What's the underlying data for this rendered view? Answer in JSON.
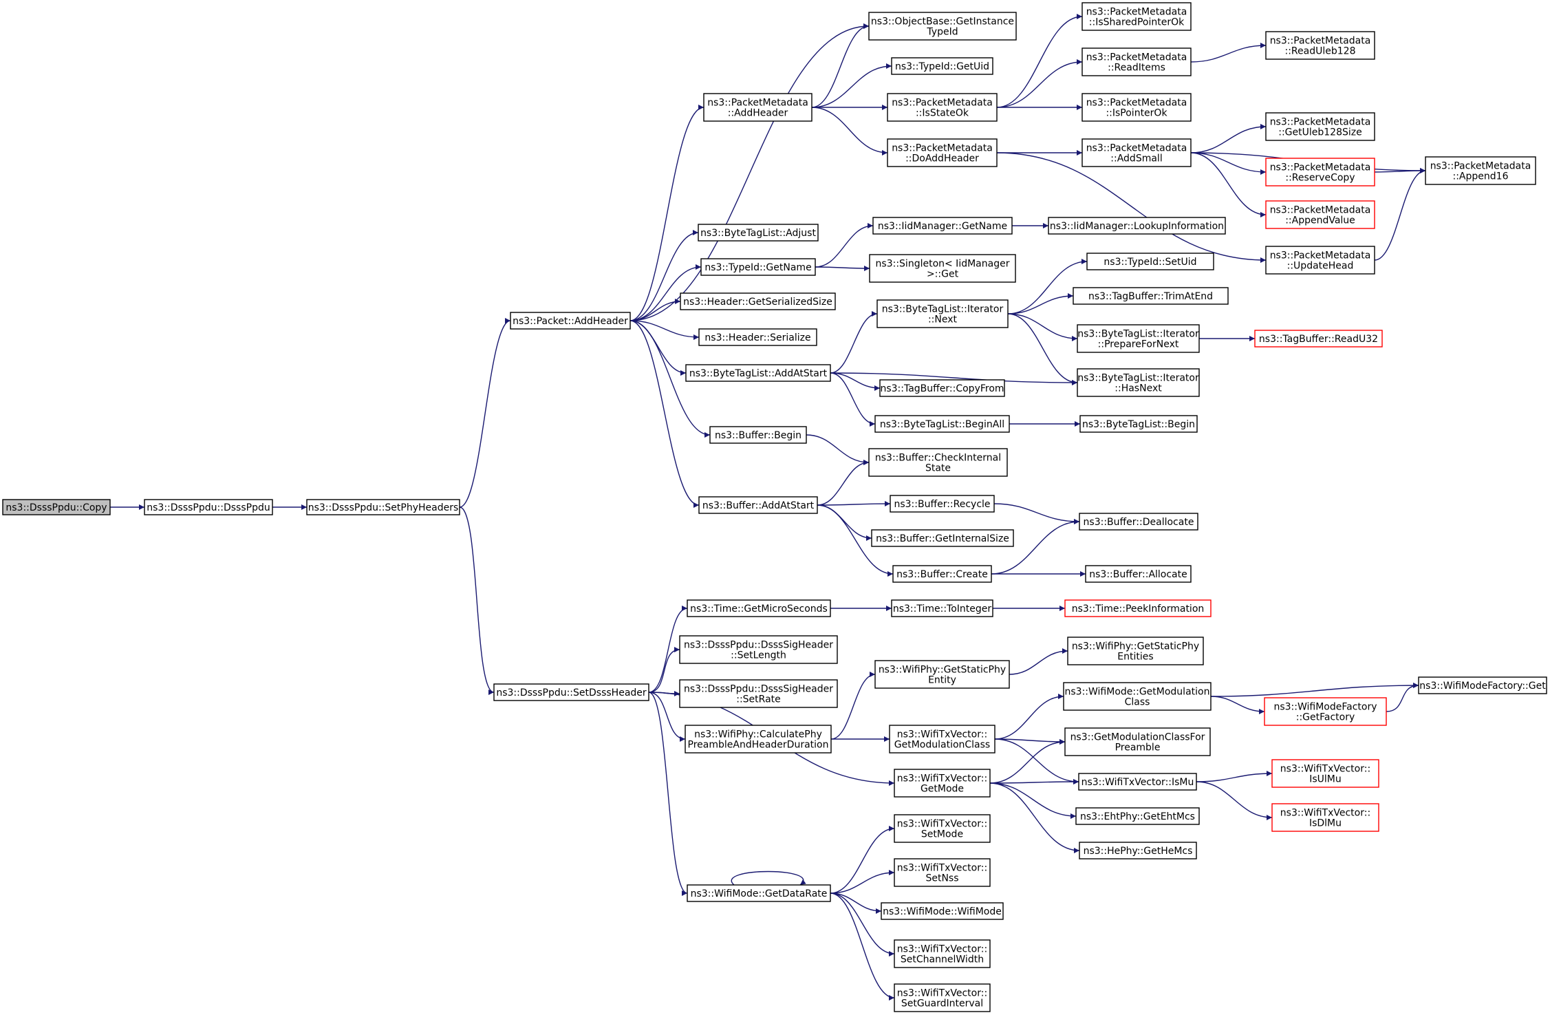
{
  "colors": {
    "edge": "#191970",
    "node_border": "#000000",
    "truncated_border": "#ff0000",
    "root_fill": "#bfbfbf",
    "node_fill": "#ffffff"
  },
  "nodes": [
    {
      "id": "copy",
      "lines": [
        "ns3::DsssPpdu::Copy"
      ],
      "root": true
    },
    {
      "id": "ctor",
      "lines": [
        "ns3::DsssPpdu::DsssPpdu"
      ]
    },
    {
      "id": "setphy",
      "lines": [
        "ns3::DsssPpdu::SetPhyHeaders"
      ]
    },
    {
      "id": "addheader",
      "lines": [
        "ns3::Packet::AddHeader"
      ]
    },
    {
      "id": "setdsss",
      "lines": [
        "ns3::DsssPpdu::SetDsssHeader"
      ]
    },
    {
      "id": "obj_getid",
      "lines": [
        "ns3::ObjectBase::GetInstance",
        "TypeId"
      ]
    },
    {
      "id": "pm_addheader",
      "lines": [
        "ns3::PacketMetadata",
        "::AddHeader"
      ]
    },
    {
      "id": "typeid_getuid",
      "lines": [
        "ns3::TypeId::GetUid"
      ]
    },
    {
      "id": "pm_isstateok",
      "lines": [
        "ns3::PacketMetadata",
        "::IsStateOk"
      ]
    },
    {
      "id": "pm_doaddheader",
      "lines": [
        "ns3::PacketMetadata",
        "::DoAddHeader"
      ]
    },
    {
      "id": "pm_issharedok",
      "lines": [
        "ns3::PacketMetadata",
        "::IsSharedPointerOk"
      ]
    },
    {
      "id": "pm_readitems",
      "lines": [
        "ns3::PacketMetadata",
        "::ReadItems"
      ]
    },
    {
      "id": "pm_ispointerok",
      "lines": [
        "ns3::PacketMetadata",
        "::IsPointerOk"
      ]
    },
    {
      "id": "pm_readuleb",
      "lines": [
        "ns3::PacketMetadata",
        "::ReadUleb128"
      ]
    },
    {
      "id": "pm_addsmall",
      "lines": [
        "ns3::PacketMetadata",
        "::AddSmall"
      ]
    },
    {
      "id": "pm_getuleb",
      "lines": [
        "ns3::PacketMetadata",
        "::GetUleb128Size"
      ]
    },
    {
      "id": "pm_reservecopy",
      "lines": [
        "ns3::PacketMetadata",
        "::ReserveCopy"
      ],
      "truncated": true
    },
    {
      "id": "pm_appendvalue",
      "lines": [
        "ns3::PacketMetadata",
        "::AppendValue"
      ],
      "truncated": true
    },
    {
      "id": "pm_updatehead",
      "lines": [
        "ns3::PacketMetadata",
        "::UpdateHead"
      ]
    },
    {
      "id": "pm_append16",
      "lines": [
        "ns3::PacketMetadata",
        "::Append16"
      ]
    },
    {
      "id": "btl_adjust",
      "lines": [
        "ns3::ByteTagList::Adjust"
      ]
    },
    {
      "id": "typeid_getname",
      "lines": [
        "ns3::TypeId::GetName"
      ]
    },
    {
      "id": "iid_getname",
      "lines": [
        "ns3::IidManager::GetName"
      ]
    },
    {
      "id": "iid_lookup",
      "lines": [
        "ns3::IidManager::LookupInformation"
      ]
    },
    {
      "id": "singleton_get",
      "lines": [
        "ns3::Singleton< IidManager",
        ">::Get"
      ]
    },
    {
      "id": "hdr_getsize",
      "lines": [
        "ns3::Header::GetSerializedSize"
      ]
    },
    {
      "id": "hdr_serialize",
      "lines": [
        "ns3::Header::Serialize"
      ]
    },
    {
      "id": "btl_iter_next",
      "lines": [
        "ns3::ByteTagList::Iterator",
        "::Next"
      ]
    },
    {
      "id": "typeid_setuid",
      "lines": [
        "ns3::TypeId::SetUid"
      ]
    },
    {
      "id": "tb_trimatend",
      "lines": [
        "ns3::TagBuffer::TrimAtEnd"
      ]
    },
    {
      "id": "btl_iter_prepare",
      "lines": [
        "ns3::ByteTagList::Iterator",
        "::PrepareForNext"
      ]
    },
    {
      "id": "tb_readu32",
      "lines": [
        "ns3::TagBuffer::ReadU32"
      ],
      "truncated": true
    },
    {
      "id": "btl_addatstart",
      "lines": [
        "ns3::ByteTagList::AddAtStart"
      ]
    },
    {
      "id": "btl_iter_hasnext",
      "lines": [
        "ns3::ByteTagList::Iterator",
        "::HasNext"
      ]
    },
    {
      "id": "tb_copyfrom",
      "lines": [
        "ns3::TagBuffer::CopyFrom"
      ]
    },
    {
      "id": "btl_beginall",
      "lines": [
        "ns3::ByteTagList::BeginAll"
      ]
    },
    {
      "id": "btl_begin",
      "lines": [
        "ns3::ByteTagList::Begin"
      ]
    },
    {
      "id": "buf_begin",
      "lines": [
        "ns3::Buffer::Begin"
      ]
    },
    {
      "id": "buf_checkinternal",
      "lines": [
        "ns3::Buffer::CheckInternal",
        "State"
      ]
    },
    {
      "id": "buf_addatstart",
      "lines": [
        "ns3::Buffer::AddAtStart"
      ]
    },
    {
      "id": "buf_recycle",
      "lines": [
        "ns3::Buffer::Recycle"
      ]
    },
    {
      "id": "buf_dealloc",
      "lines": [
        "ns3::Buffer::Deallocate"
      ]
    },
    {
      "id": "buf_getinternalsize",
      "lines": [
        "ns3::Buffer::GetInternalSize"
      ]
    },
    {
      "id": "buf_create",
      "lines": [
        "ns3::Buffer::Create"
      ]
    },
    {
      "id": "buf_allocate",
      "lines": [
        "ns3::Buffer::Allocate"
      ]
    },
    {
      "id": "time_getmicro",
      "lines": [
        "ns3::Time::GetMicroSeconds"
      ]
    },
    {
      "id": "time_tointeger",
      "lines": [
        "ns3::Time::ToInteger"
      ]
    },
    {
      "id": "time_peek",
      "lines": [
        "ns3::Time::PeekInformation"
      ],
      "truncated": true
    },
    {
      "id": "sig_setlength",
      "lines": [
        "ns3::DsssPpdu::DsssSigHeader",
        "::SetLength"
      ]
    },
    {
      "id": "sig_setrate",
      "lines": [
        "ns3::DsssPpdu::DsssSigHeader",
        "::SetRate"
      ]
    },
    {
      "id": "wphy_getstatic",
      "lines": [
        "ns3::WifiPhy::GetStaticPhy",
        "Entity"
      ]
    },
    {
      "id": "wphy_getstatic_entities",
      "lines": [
        "ns3::WifiPhy::GetStaticPhy",
        "Entities"
      ]
    },
    {
      "id": "wphy_calc",
      "lines": [
        "ns3::WifiPhy::CalculatePhy",
        "PreambleAndHeaderDuration"
      ]
    },
    {
      "id": "txv_getmodclass",
      "lines": [
        "ns3::WifiTxVector::",
        "GetModulationClass"
      ]
    },
    {
      "id": "wm_getmodclass",
      "lines": [
        "ns3::WifiMode::GetModulation",
        "Class"
      ]
    },
    {
      "id": "wmf_get",
      "lines": [
        "ns3::WifiModeFactory::Get"
      ]
    },
    {
      "id": "wmf_getfactory",
      "lines": [
        "ns3::WifiModeFactory",
        "::GetFactory"
      ],
      "truncated": true
    },
    {
      "id": "getmodclass_pre",
      "lines": [
        "ns3::GetModulationClassFor",
        "Preamble"
      ]
    },
    {
      "id": "txv_getmode",
      "lines": [
        "ns3::WifiTxVector::",
        "GetMode"
      ]
    },
    {
      "id": "txv_ismu",
      "lines": [
        "ns3::WifiTxVector::IsMu"
      ]
    },
    {
      "id": "txv_isulmu",
      "lines": [
        "ns3::WifiTxVector::",
        "IsUlMu"
      ],
      "truncated": true
    },
    {
      "id": "txv_isdlmu",
      "lines": [
        "ns3::WifiTxVector::",
        "IsDlMu"
      ],
      "truncated": true
    },
    {
      "id": "eht_getmcs",
      "lines": [
        "ns3::EhtPhy::GetEhtMcs"
      ]
    },
    {
      "id": "he_getmcs",
      "lines": [
        "ns3::HePhy::GetHeMcs"
      ]
    },
    {
      "id": "wm_getdatarate",
      "lines": [
        "ns3::WifiMode::GetDataRate"
      ]
    },
    {
      "id": "txv_setmode",
      "lines": [
        "ns3::WifiTxVector::",
        "SetMode"
      ]
    },
    {
      "id": "txv_setnss",
      "lines": [
        "ns3::WifiTxVector::",
        "SetNss"
      ]
    },
    {
      "id": "wm_wifimode",
      "lines": [
        "ns3::WifiMode::WifiMode"
      ]
    },
    {
      "id": "txv_setcw",
      "lines": [
        "ns3::WifiTxVector::",
        "SetChannelWidth"
      ]
    },
    {
      "id": "txv_setgi",
      "lines": [
        "ns3::WifiTxVector::",
        "SetGuardInterval"
      ]
    }
  ],
  "edges": [
    [
      "copy",
      "ctor"
    ],
    [
      "ctor",
      "setphy"
    ],
    [
      "setphy",
      "addheader"
    ],
    [
      "setphy",
      "setdsss"
    ],
    [
      "addheader",
      "obj_getid"
    ],
    [
      "addheader",
      "pm_addheader"
    ],
    [
      "addheader",
      "btl_adjust"
    ],
    [
      "addheader",
      "typeid_getname"
    ],
    [
      "addheader",
      "hdr_getsize"
    ],
    [
      "addheader",
      "hdr_serialize"
    ],
    [
      "addheader",
      "btl_addatstart"
    ],
    [
      "addheader",
      "buf_begin"
    ],
    [
      "addheader",
      "buf_addatstart"
    ],
    [
      "pm_addheader",
      "obj_getid"
    ],
    [
      "pm_addheader",
      "typeid_getuid"
    ],
    [
      "pm_addheader",
      "pm_isstateok"
    ],
    [
      "pm_addheader",
      "pm_doaddheader"
    ],
    [
      "pm_isstateok",
      "pm_issharedok"
    ],
    [
      "pm_isstateok",
      "pm_readitems"
    ],
    [
      "pm_isstateok",
      "pm_ispointerok"
    ],
    [
      "pm_readitems",
      "pm_readuleb"
    ],
    [
      "pm_doaddheader",
      "pm_addsmall"
    ],
    [
      "pm_doaddheader",
      "pm_updatehead"
    ],
    [
      "pm_addsmall",
      "pm_append16"
    ],
    [
      "pm_addsmall",
      "pm_getuleb"
    ],
    [
      "pm_addsmall",
      "pm_reservecopy"
    ],
    [
      "pm_addsmall",
      "pm_appendvalue"
    ],
    [
      "pm_reservecopy",
      "pm_append16"
    ],
    [
      "pm_updatehead",
      "pm_append16"
    ],
    [
      "typeid_getname",
      "iid_getname"
    ],
    [
      "typeid_getname",
      "singleton_get"
    ],
    [
      "iid_getname",
      "iid_lookup"
    ],
    [
      "btl_addatstart",
      "btl_iter_next"
    ],
    [
      "btl_addatstart",
      "btl_iter_hasnext"
    ],
    [
      "btl_addatstart",
      "tb_copyfrom"
    ],
    [
      "btl_addatstart",
      "btl_beginall"
    ],
    [
      "btl_iter_next",
      "typeid_setuid"
    ],
    [
      "btl_iter_next",
      "tb_trimatend"
    ],
    [
      "btl_iter_next",
      "btl_iter_prepare"
    ],
    [
      "btl_iter_next",
      "btl_iter_hasnext"
    ],
    [
      "btl_iter_prepare",
      "tb_readu32"
    ],
    [
      "btl_beginall",
      "btl_begin"
    ],
    [
      "buf_begin",
      "buf_checkinternal"
    ],
    [
      "buf_addatstart",
      "buf_checkinternal"
    ],
    [
      "buf_addatstart",
      "buf_recycle"
    ],
    [
      "buf_addatstart",
      "buf_getinternalsize"
    ],
    [
      "buf_addatstart",
      "buf_create"
    ],
    [
      "buf_recycle",
      "buf_dealloc"
    ],
    [
      "buf_create",
      "buf_dealloc"
    ],
    [
      "buf_create",
      "buf_allocate"
    ],
    [
      "setdsss",
      "time_getmicro"
    ],
    [
      "setdsss",
      "sig_setlength"
    ],
    [
      "setdsss",
      "sig_setrate"
    ],
    [
      "setdsss",
      "wphy_calc"
    ],
    [
      "setdsss",
      "txv_getmode"
    ],
    [
      "setdsss",
      "wm_getdatarate"
    ],
    [
      "time_getmicro",
      "time_tointeger"
    ],
    [
      "time_tointeger",
      "time_peek"
    ],
    [
      "wphy_calc",
      "wphy_getstatic"
    ],
    [
      "wphy_calc",
      "txv_getmodclass"
    ],
    [
      "wphy_getstatic",
      "wphy_getstatic_entities"
    ],
    [
      "txv_getmodclass",
      "wm_getmodclass"
    ],
    [
      "txv_getmodclass",
      "getmodclass_pre"
    ],
    [
      "txv_getmodclass",
      "txv_ismu"
    ],
    [
      "wm_getmodclass",
      "wmf_get"
    ],
    [
      "wm_getmodclass",
      "wmf_getfactory"
    ],
    [
      "wmf_getfactory",
      "wmf_get"
    ],
    [
      "txv_getmode",
      "getmodclass_pre"
    ],
    [
      "txv_getmode",
      "txv_ismu"
    ],
    [
      "txv_getmode",
      "eht_getmcs"
    ],
    [
      "txv_getmode",
      "he_getmcs"
    ],
    [
      "txv_ismu",
      "txv_isulmu"
    ],
    [
      "txv_ismu",
      "txv_isdlmu"
    ],
    [
      "wm_getdatarate",
      "txv_setmode"
    ],
    [
      "wm_getdatarate",
      "txv_setnss"
    ],
    [
      "wm_getdatarate",
      "wm_wifimode"
    ],
    [
      "wm_getdatarate",
      "txv_setcw"
    ],
    [
      "wm_getdatarate",
      "txv_setgi"
    ],
    [
      "wm_getdatarate",
      "wm_getdatarate"
    ]
  ]
}
